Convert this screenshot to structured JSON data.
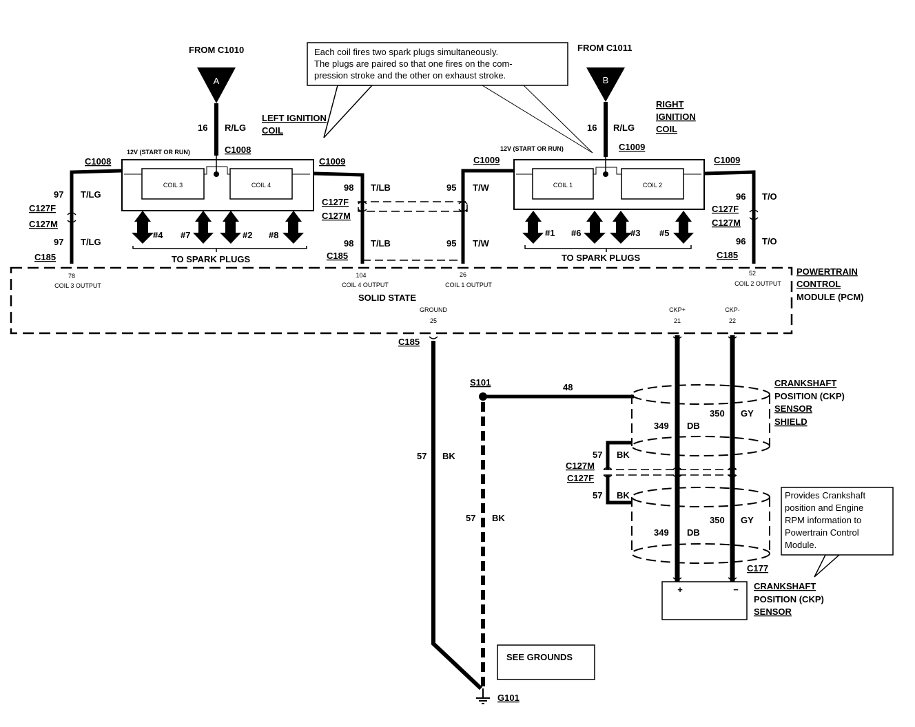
{
  "from_a": "FROM C1010",
  "from_b": "FROM C1011",
  "conn_a": "A",
  "conn_b": "B",
  "callout_top": [
    "Each coil fires two spark plugs simultaneously.",
    "The plugs are paired so that one fires on the com-",
    "pression  stroke and the other on exhaust stroke."
  ],
  "left_coil": {
    "title": [
      "LEFT IGNITION",
      "COIL"
    ],
    "supply": "12V (START OR RUN)",
    "feed_num": "16",
    "feed_color": "R/LG",
    "feed_conn": "C1008",
    "conn_left": "C1008",
    "conn_right": "C1009",
    "coils": [
      "COIL 3",
      "COIL 4"
    ],
    "plugs": [
      "#4",
      "#7",
      "#2",
      "#8"
    ],
    "plugs_label": "TO SPARK PLUGS"
  },
  "right_coil": {
    "title": [
      "RIGHT",
      "IGNITION",
      "COIL"
    ],
    "supply": "12V (START OR RUN)",
    "feed_num": "16",
    "feed_color": "R/LG",
    "feed_conn": "C1009",
    "conn_left": "C1009",
    "conn_right": "C1009",
    "coils": [
      "COIL 1",
      "COIL 2"
    ],
    "plugs": [
      "#1",
      "#6",
      "#3",
      "#5"
    ],
    "plugs_label": "TO SPARK PLUGS"
  },
  "wires": {
    "w97": {
      "num": "97",
      "color": "T/LG"
    },
    "w98": {
      "num": "98",
      "color": "T/LB"
    },
    "w95": {
      "num": "95",
      "color": "T/W"
    },
    "w96": {
      "num": "96",
      "color": "T/O"
    }
  },
  "connectors": {
    "c127f": "C127F",
    "c127m": "C127M",
    "c185": "C185",
    "c177": "C177",
    "s101": "S101",
    "g101": "G101"
  },
  "pcm": {
    "title": [
      "POWERTRAIN",
      "CONTROL",
      "MODULE (PCM)"
    ],
    "state": "SOLID STATE",
    "pins": {
      "coil3": {
        "num": "78",
        "label": "COIL 3 OUTPUT"
      },
      "coil4": {
        "num": "104",
        "label": "COIL 4 OUTPUT"
      },
      "coil1": {
        "num": "26",
        "label": "COIL 1 OUTPUT"
      },
      "coil2": {
        "num": "52",
        "label": "COIL 2 OUTPUT"
      },
      "ground": {
        "num": "25",
        "label": "GROUND"
      },
      "ckp_plus": {
        "num": "21",
        "label": "CKP+"
      },
      "ckp_minus": {
        "num": "22",
        "label": "CKP-"
      }
    }
  },
  "ground_wire": {
    "num": "57",
    "color": "BK"
  },
  "shield_wire": {
    "num": "48"
  },
  "ckp_wires": {
    "db_num": "349",
    "db": "DB",
    "gy_num": "350",
    "gy": "GY"
  },
  "shield_label": [
    "CRANKSHAFT",
    "POSITION (CKP)",
    "SENSOR",
    "SHIELD"
  ],
  "sensor_label": [
    "CRANKSHAFT",
    "POSITION (CKP)",
    "SENSOR"
  ],
  "sensor_plus": "+",
  "sensor_minus": "−",
  "callout_ckp": [
    "Provides Crankshaft",
    "position and Engine",
    "RPM information to",
    "Powertrain Control",
    "Module."
  ],
  "see_grounds": "SEE GROUNDS"
}
